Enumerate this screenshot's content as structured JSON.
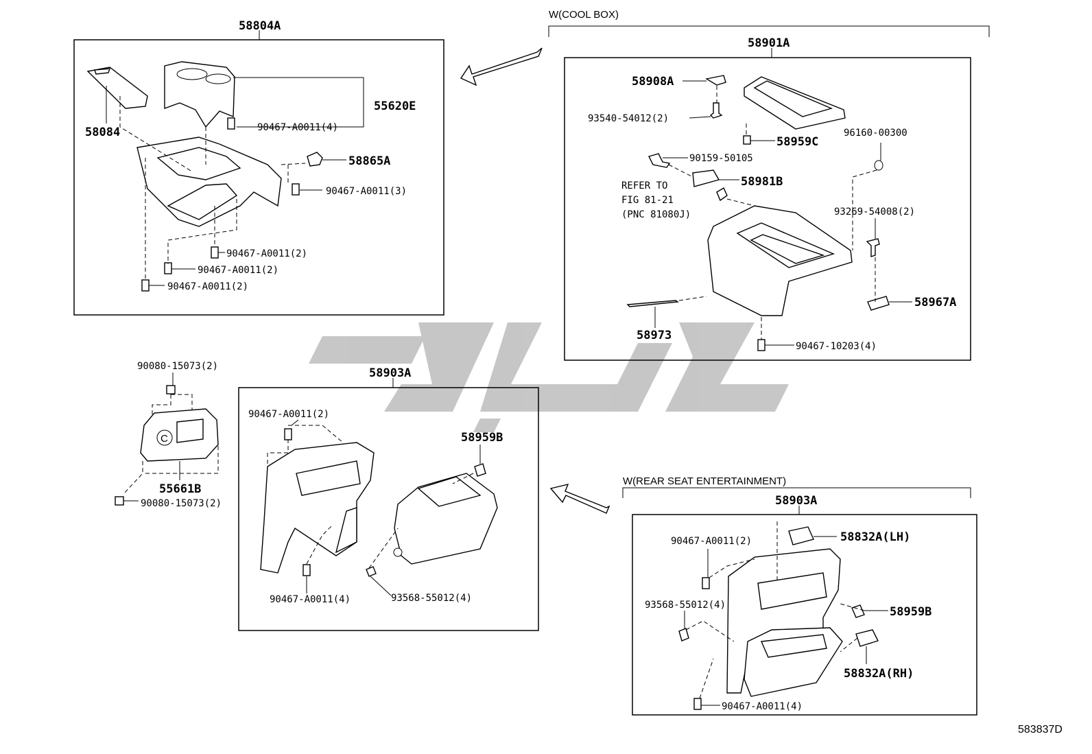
{
  "watermark": {
    "color": "#bdbdbd"
  },
  "groups": {
    "top_left": {
      "header": "58804A"
    },
    "cool_box": {
      "bracket_label": "W(COOL BOX)",
      "header": "58901A"
    },
    "bottom_mid": {
      "header": "58903A"
    },
    "rear_seat": {
      "bracket_label": "W(REAR SEAT ENTERTAINMENT)",
      "header": "58903A"
    }
  },
  "labels": {
    "l58084": "58084",
    "l55620E": "55620E",
    "l90467_4a": "90467-A0011(4)",
    "l58865A": "58865A",
    "l90467_3": "90467-A0011(3)",
    "l90467_2a": "90467-A0011(2)",
    "l90467_2b": "90467-A0011(2)",
    "l90467_2c": "90467-A0011(2)",
    "l58908A": "58908A",
    "l93540": "93540-54012(2)",
    "l58959C": "58959C",
    "l96160": "96160-00300",
    "l90159": "90159-50105",
    "l58981B": "58981B",
    "refer_1": "REFER TO",
    "refer_2": "FIG 81-21",
    "refer_3": "(PNC 81080J)",
    "l93269": "93269-54008(2)",
    "l58967A": "58967A",
    "l58973": "58973",
    "l90467_10203": "90467-10203(4)",
    "l90080_top": "90080-15073(2)",
    "l55661B": "55661B",
    "l90080_bot": "90080-15073(2)",
    "l90467_mid_top": "90467-A0011(2)",
    "l58959B_mid": "58959B",
    "l90467_mid_bot": "90467-A0011(4)",
    "l93568_mid": "93568-55012(4)",
    "l90467_rs_top": "90467-A0011(2)",
    "l58832A_LH": "58832A(LH)",
    "l93568_rs": "93568-55012(4)",
    "l58959B_rs": "58959B",
    "l58832A_RH": "58832A(RH)",
    "l90467_rs_bot": "90467-A0011(4)",
    "switch_mark": "C",
    "figure_code": "583837D"
  }
}
